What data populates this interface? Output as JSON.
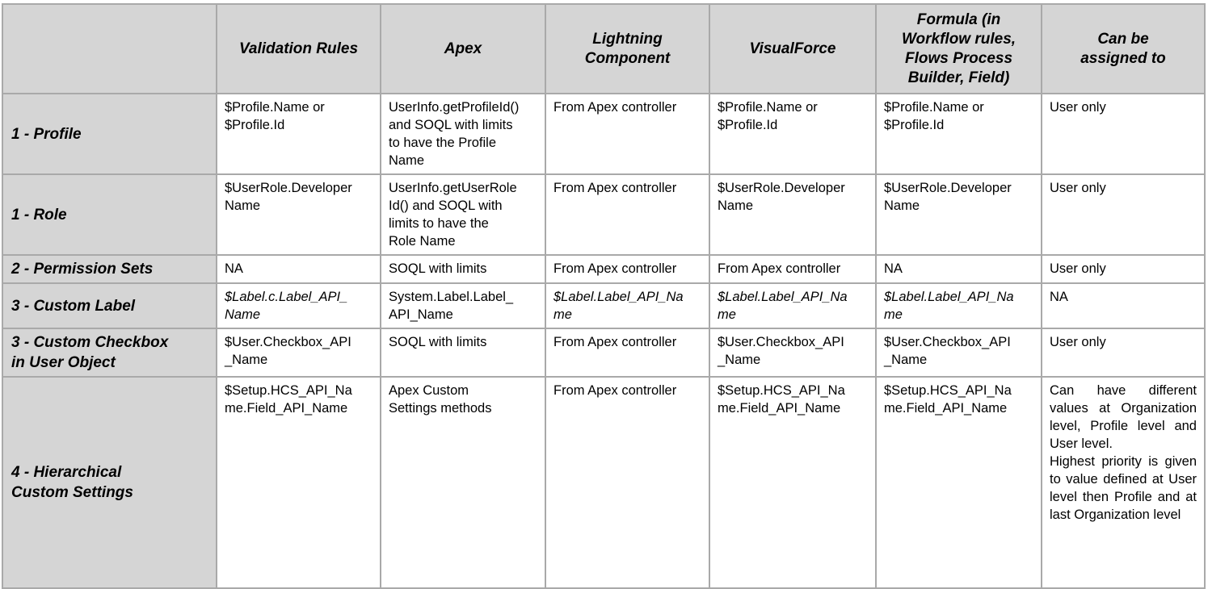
{
  "colors": {
    "header_bg": "#d5d5d5",
    "border": "#a9a9a9",
    "cell_bg": "#ffffff",
    "text": "#000000"
  },
  "table": {
    "columns": [
      "",
      "Validation Rules",
      "Apex",
      "Lightning\nComponent",
      "VisualForce",
      "Formula (in\nWorkflow rules,\nFlows Process\nBuilder, Field)",
      "Can be\nassigned to"
    ],
    "rows": [
      {
        "label": "1 - Profile",
        "cells": [
          "$Profile.Name or\n$Profile.Id",
          "UserInfo.getProfileId()\nand SOQL with limits\nto have the Profile\nName",
          "From Apex controller",
          "$Profile.Name or\n$Profile.Id",
          "$Profile.Name or\n$Profile.Id",
          "User only"
        ]
      },
      {
        "label": "1 - Role",
        "cells": [
          "$UserRole.Developer\nName",
          "UserInfo.getUserRole\nId() and SOQL with\nlimits to have the\nRole Name",
          "From Apex controller",
          "$UserRole.Developer\nName",
          "$UserRole.Developer\nName",
          "User only"
        ]
      },
      {
        "label": "2 - Permission Sets",
        "cells": [
          "NA",
          "SOQL with limits",
          "From Apex controller",
          "From Apex controller",
          "NA",
          "User only"
        ]
      },
      {
        "label": "3 - Custom Label",
        "cells": [
          "$Label.c.Label_API_\nName",
          "System.Label.Label_\nAPI_Name",
          "$Label.Label_API_Na\nme",
          "$Label.Label_API_Na\nme",
          "$Label.Label_API_Na\nme",
          "NA"
        ]
      },
      {
        "label": "3 - Custom Checkbox\nin User Object",
        "cells": [
          "$User.Checkbox_API\n_Name",
          "SOQL with limits",
          "From Apex controller",
          "$User.Checkbox_API\n_Name",
          "$User.Checkbox_API\n_Name",
          "User only"
        ]
      },
      {
        "label": "4 - Hierarchical\nCustom Settings",
        "cells": [
          "$Setup.HCS_API_Na\nme.Field_API_Name",
          "Apex Custom\nSettings methods",
          "From Apex controller",
          "$Setup.HCS_API_Na\nme.Field_API_Name",
          "$Setup.HCS_API_Na\nme.Field_API_Name",
          "Can have different values at Organization level, Profile level and User level.\nHighest priority is given to value defined at User level then Profile and at last Organization level"
        ]
      }
    ]
  }
}
